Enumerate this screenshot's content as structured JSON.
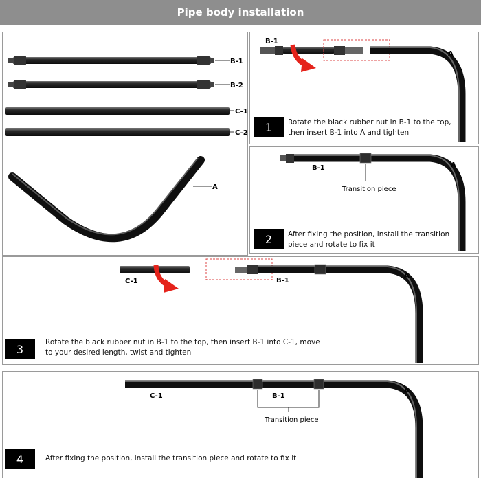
{
  "header": {
    "title": "Pipe body installation"
  },
  "parts": {
    "b1": "B-1",
    "b2": "B-2",
    "c1": "C-1",
    "c2": "C-2",
    "a": "A"
  },
  "steps": [
    {
      "number": "1",
      "text": "Rotate the black rubber nut in B-1 to the top, then insert B-1 into A and tighten"
    },
    {
      "number": "2",
      "text": "After fixing the position, install the transition piece and rotate to fix it"
    },
    {
      "number": "3",
      "text": "Rotate the black rubber nut in B-1 to the top, then insert B-1 into C-1, move to your desired length, twist and tighten"
    },
    {
      "number": "4",
      "text": "After fixing the position, install the transition piece and rotate to fix it"
    }
  ],
  "labels": {
    "transition_piece": "Transition piece"
  },
  "colors": {
    "header_bg": "#8e8e8e",
    "pipe": "#1c1c1c",
    "arrow": "#e5231b",
    "dash_box": "#d44"
  }
}
